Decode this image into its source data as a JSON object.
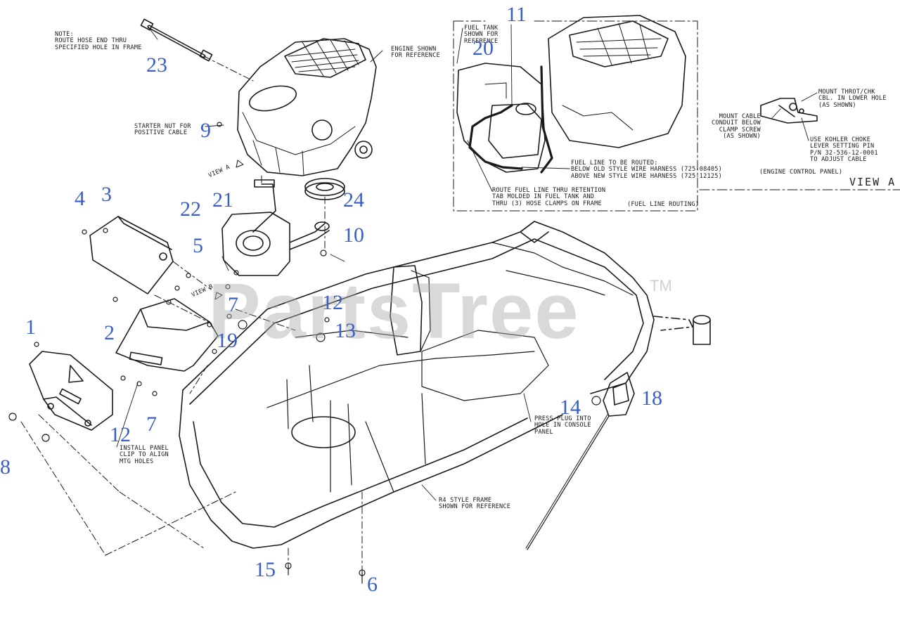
{
  "watermark": {
    "brand": "PartsTree",
    "trademark": "TM"
  },
  "view_label": "VIEW A",
  "callouts": [
    "1",
    "2",
    "3",
    "4",
    "5",
    "6",
    "7",
    "7",
    "8",
    "9",
    "10",
    "11",
    "12",
    "12",
    "13",
    "14",
    "15",
    "18",
    "19",
    "20",
    "21",
    "22",
    "23",
    "24"
  ],
  "notes": {
    "route_hose": "NOTE:\nROUTE HOSE END THRU\nSPECIFIED HOLE IN FRAME",
    "engine_ref": "ENGINE SHOWN\nFOR REFERENCE",
    "starter_nut": "STARTER NUT FOR\nPOSITIVE CABLE",
    "view_a_arrow": "VIEW A",
    "view_b_arrow": "VIEW B",
    "fuel_tank": "FUEL TANK\nSHOWN FOR\nREFERENCE",
    "fuel_line_routed": "FUEL LINE TO BE ROUTED:\nBELOW OLD STYLE WIRE HARNESS (725-08405)\nABOVE NEW STYLE WIRE HARNESS (725-12125)",
    "route_fuel_line": "ROUTE FUEL LINE THRU RETENTION\nTAB MOLDED IN FUEL TANK AND\nTHRU (3) HOSE CLAMPS ON FRAME",
    "fuel_line_routing": "(FUEL LINE ROUTING)",
    "mount_throt": "MOUNT THROT/CHK\nCBL. IN LOWER HOLE\n(AS SHOWN)",
    "mount_cable": "MOUNT CABLE\nCONDUIT BELOW\nCLAMP SCREW\n(AS SHOWN)",
    "kohler_choke": "USE KOHLER CHOKE\nLEVER SETTING PIN\nP/N 32-536-12-0001\nTO ADJUST CABLE",
    "engine_control_panel": "(ENGINE CONTROL PANEL)",
    "install_panel": "INSTALL PANEL\nCLIP TO ALIGN\nMTG HOLES",
    "press_plug": "PRESS PLUG INTO\nHOLE IN CONSOLE\nPANEL",
    "r4_frame": "R4 STYLE FRAME\nSHOWN FOR REFERENCE"
  }
}
